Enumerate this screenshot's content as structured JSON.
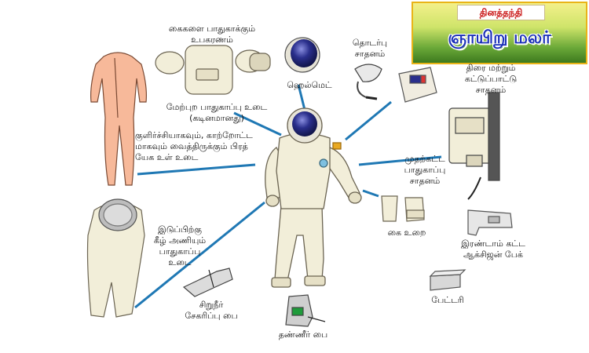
{
  "banner": {
    "newspaper": "தினத்தந்தி",
    "supplement": "ஞாயிறு மலர்"
  },
  "labels": {
    "gloves_protection": "கைகளை பாதுகாக்கும்\nஉபகரணம்",
    "helmet": "ஹெல்மெட்",
    "comm_device": "தொடர்பு\nசாதனம்",
    "display_control": "திரை மற்றும்\nகட்டுப்பாட்டு\nசாதனம்",
    "upper_suit": "மேற்புற பாதுகாப்பு உடை\n(கடினமானது)",
    "cooling_garment": "குளிர்ச்சியாகவும், காற்றோட்ட\nமாகவும் வைத்திருக்கும் பிரத்\nயேக உள் உடை",
    "backpack": "முதற்கட்ட\nபாதுகாப்பு\nசாதனம்",
    "lower_suit": "இடுப்பிற்கு\nகீழ் அணியும்\nபாதுகாப்பு\nஉடை",
    "gloves": "கை உறை",
    "second_oxygen": "இரண்டாம் கட்ட\nஆக்சிஜன் பேக்",
    "urine_collector": "சிறுநீர்\nசேகரிப்பு பை",
    "battery": "பேட்டரி",
    "water_bag": "தண்ணீர் பை"
  },
  "colors": {
    "connector": "#1f78b4",
    "suit": "#f2eed9",
    "suit_outline": "#6b6452",
    "visor": "#2a2f8c",
    "under_garment": "#f7b99a",
    "banner_text": "#1a2fb8",
    "masthead": "#c81010"
  }
}
